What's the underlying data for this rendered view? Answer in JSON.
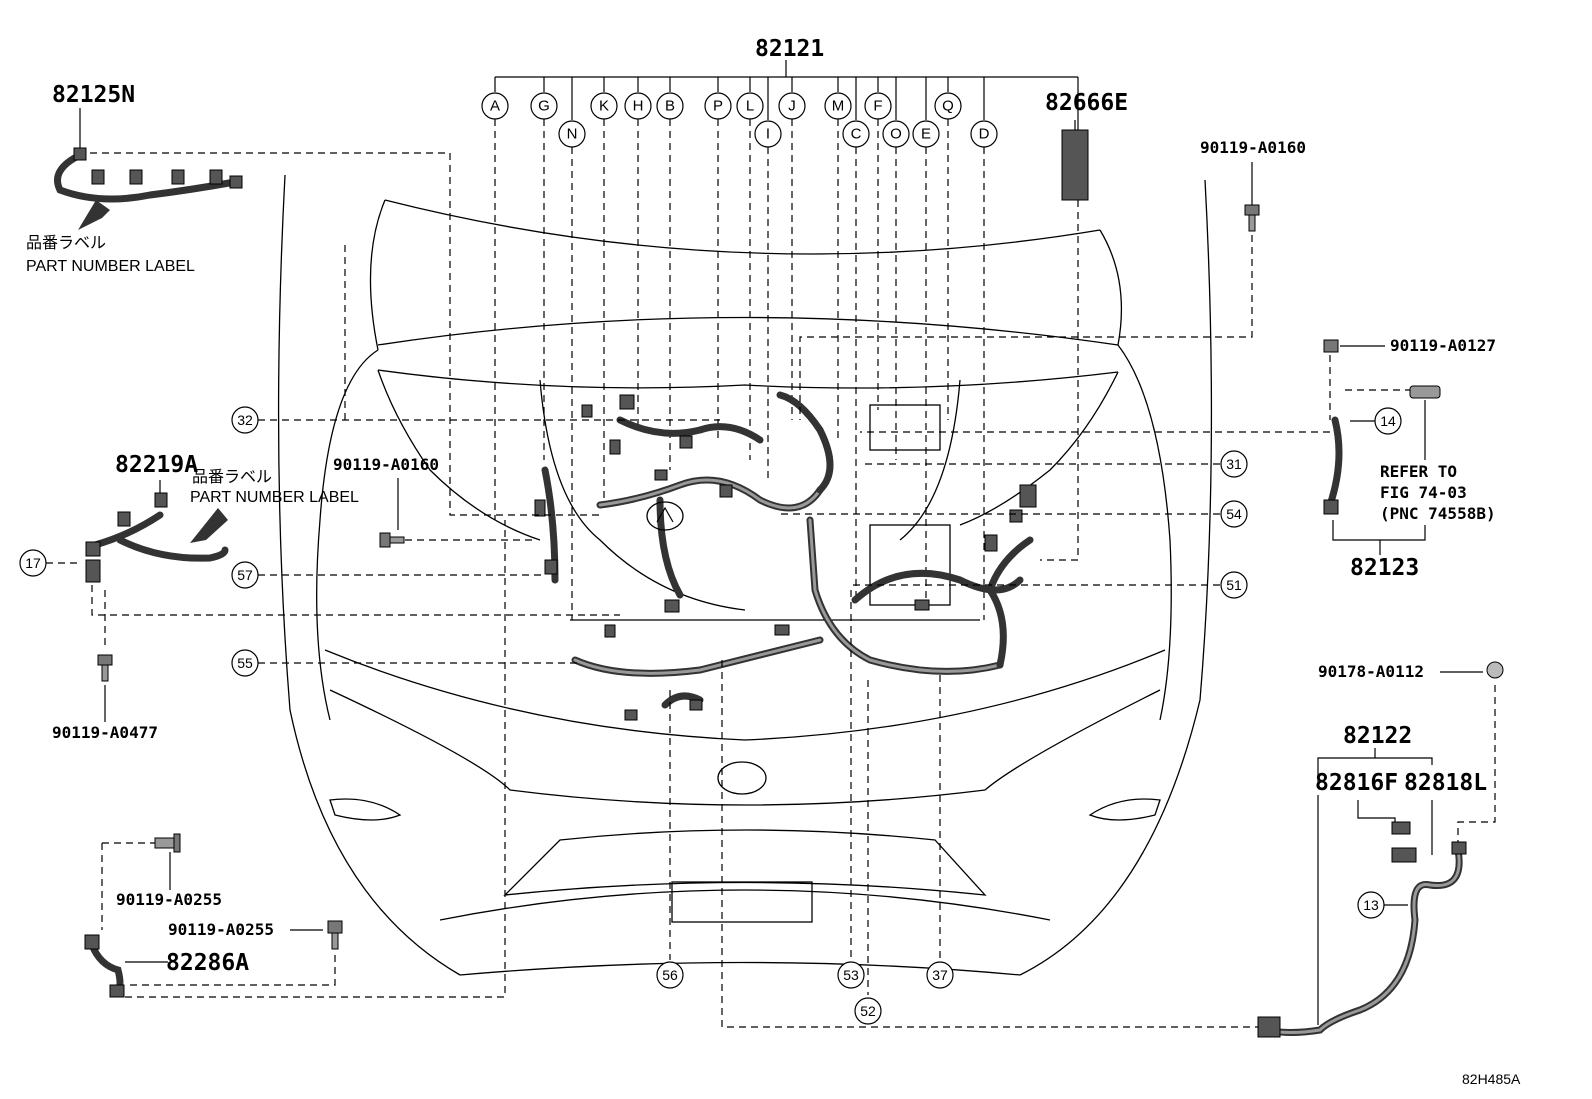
{
  "main_part": "82121",
  "letter_callouts": [
    "A",
    "G",
    "N",
    "K",
    "H",
    "B",
    "P",
    "L",
    "I",
    "J",
    "M",
    "C",
    "F",
    "O",
    "E",
    "Q",
    "D"
  ],
  "number_callouts": [
    "32",
    "31",
    "54",
    "51",
    "57",
    "55",
    "17",
    "14",
    "13",
    "56",
    "53",
    "52",
    "37"
  ],
  "parts": {
    "p82125N": "82125N",
    "p82666E": "82666E",
    "p82219A": "82219A",
    "p82123": "82123",
    "p82122": "82122",
    "p82816F": "82816F",
    "p82818L": "82818L",
    "p82286A": "82286A"
  },
  "bolts": {
    "b_top_right": "90119-A0160",
    "b_center": "90119-A0160",
    "b_right_mid": "90119-A0127",
    "b_left_low": "90119-A0477",
    "b_right_low": "90178-A0112",
    "b_bl_1": "90119-A0255",
    "b_bl_2": "90119-A0255"
  },
  "label_jp": "品番ラベル",
  "label_en": "PART NUMBER LABEL",
  "refer_to": "REFER TO",
  "refer_fig": "FIG 74-03",
  "refer_pnc": "(PNC 74558B)",
  "diagram_id": "82H485A"
}
